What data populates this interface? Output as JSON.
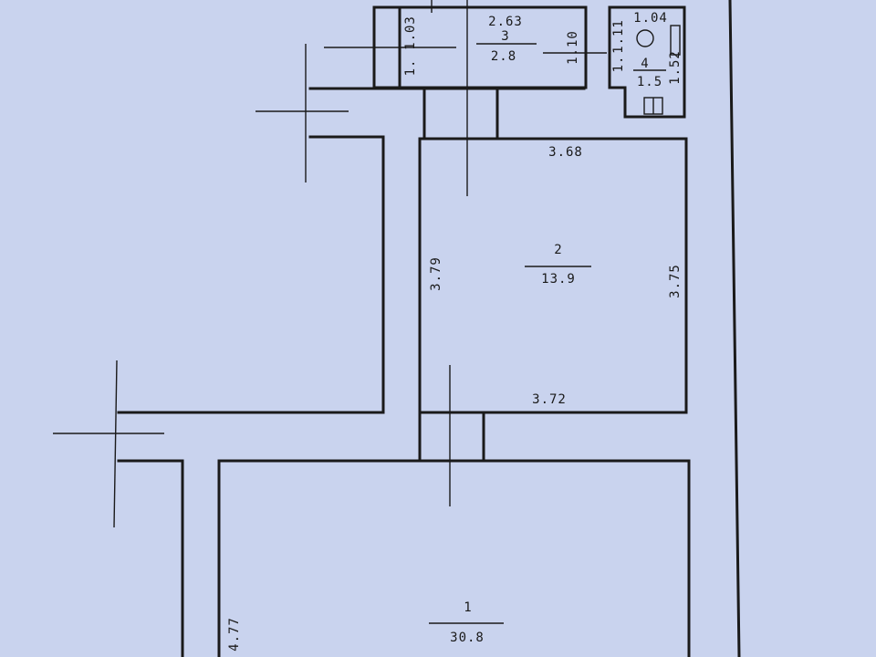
{
  "rooms": {
    "room1": {
      "number": "1",
      "area": "30.8",
      "left_dim": "4.77"
    },
    "room2": {
      "number": "2",
      "area": "13.9",
      "top_dim": "3.68",
      "bottom_dim": "3.72",
      "left_dim": "3.79",
      "right_dim": "3.75"
    },
    "room3": {
      "number": "3",
      "area": "2.8",
      "top_dim": "2.63",
      "left_dim_a": "1.03",
      "left_dim_b": "1.",
      "right_dim": "1.10"
    },
    "room4": {
      "number": "4",
      "area": "1.5",
      "top_dim": "1.04",
      "left_dim_a": "1.11",
      "left_dim_b": "1.",
      "right_dim": "1.52"
    }
  },
  "colors": {
    "paper": "#c9d3ee",
    "ink": "#1a1a1a"
  },
  "fixtures": [
    "toilet-icon",
    "sink-icon",
    "shower-icon"
  ]
}
